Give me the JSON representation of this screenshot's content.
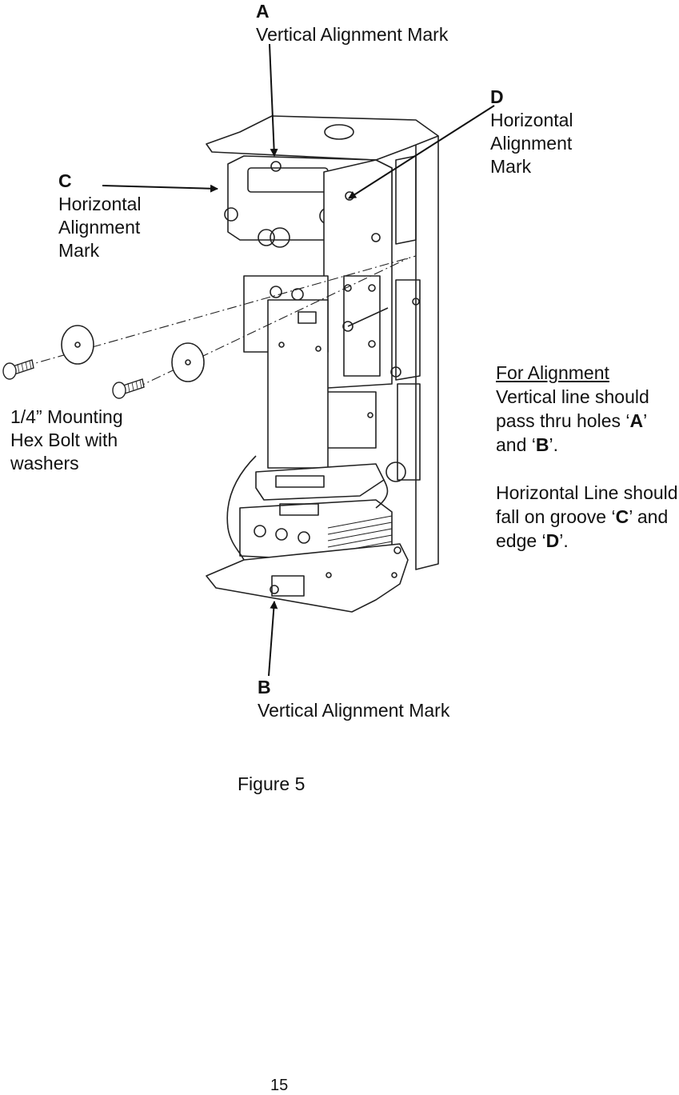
{
  "labels": {
    "a": {
      "letter": "A",
      "text": "Vertical Alignment Mark"
    },
    "b": {
      "letter": "B",
      "text": "Vertical Alignment Mark"
    },
    "c": {
      "letter": "C",
      "lines": [
        "Horizontal",
        "Alignment",
        "Mark"
      ]
    },
    "d": {
      "letter": "D",
      "lines": [
        "Horizontal",
        "Alignment",
        "Mark"
      ]
    }
  },
  "bolt_label": {
    "lines": [
      "1/4” Mounting",
      "Hex Bolt with",
      "washers"
    ]
  },
  "note": {
    "heading": "For Alignment",
    "p1": {
      "pre": "Vertical line should pass thru holes ‘",
      "a": "A",
      "mid": "’ and ‘",
      "b": "B",
      "post": "’."
    },
    "p2": {
      "pre": "Horizontal Line should fall on groove ‘",
      "c": "C",
      "mid": "’ and edge ‘",
      "d": "D",
      "post": "’."
    }
  },
  "caption": "Figure 5",
  "page_number": "15"
}
